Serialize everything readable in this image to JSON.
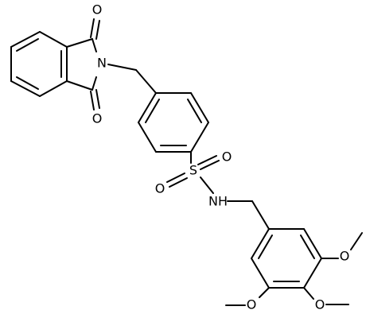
{
  "molecule": {
    "atoms": {
      "O_top": "O",
      "N_imide": "N",
      "O_bottom": "O",
      "S": "S",
      "O_s_right": "O",
      "O_s_left": "O",
      "NH": "NH",
      "O_meta": "O",
      "O_para": "O",
      "O_meta2": "O"
    }
  }
}
